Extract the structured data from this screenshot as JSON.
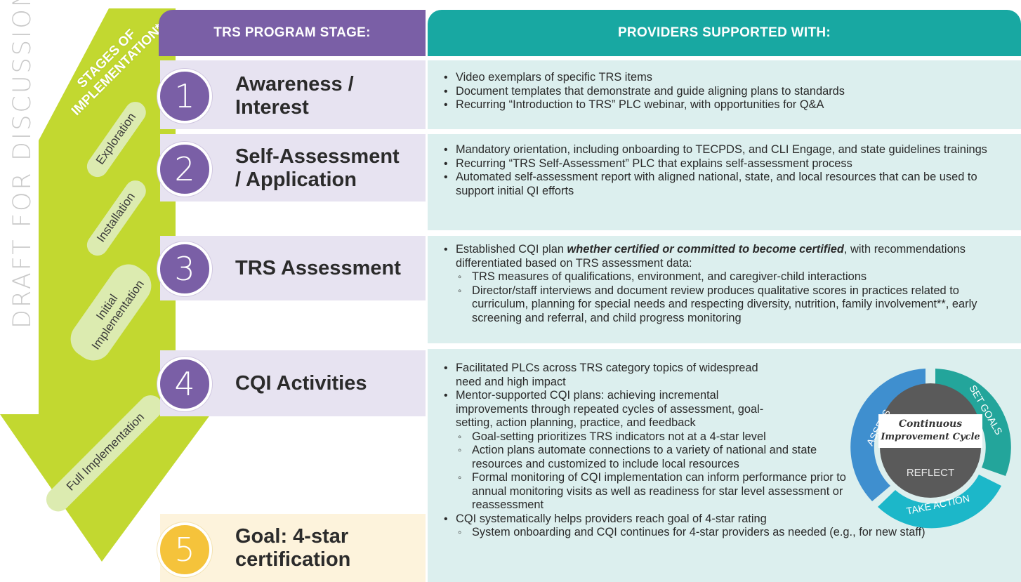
{
  "watermark": "DRAFT FOR DISCUSSION",
  "headers": {
    "stage": "TRS PROGRAM STAGE:",
    "providers": "PROVIDERS SUPPORTED WITH:"
  },
  "arrow": {
    "top_label": [
      "STAGES OF",
      "IMPLEMENTATION*"
    ],
    "phases": [
      "Exploration",
      "Installation",
      "Initial",
      "Implementation",
      "Full Implementation"
    ]
  },
  "stages": [
    {
      "number": "1",
      "title": [
        "Awareness /",
        "Interest"
      ],
      "items": [
        {
          "t": "b",
          "text": "Video exemplars of specific TRS items"
        },
        {
          "t": "b",
          "text": "Document templates that demonstrate and guide aligning plans to standards"
        },
        {
          "t": "b",
          "text": "Recurring “Introduction to TRS” PLC webinar, with opportunities for Q&A"
        }
      ]
    },
    {
      "number": "2",
      "title": [
        "Self-Assessment",
        "/ Application"
      ],
      "items": [
        {
          "t": "b",
          "text": "Mandatory orientation, including onboarding to TECPDS, and CLI Engage, and state guidelines trainings"
        },
        {
          "t": "b",
          "text": "Recurring “TRS Self-Assessment” PLC that explains self-assessment process"
        },
        {
          "t": "b",
          "text": "Automated self-assessment report with aligned national, state, and local resources that can be used to support initial QI efforts"
        }
      ]
    },
    {
      "number": "3",
      "title": [
        "TRS Assessment"
      ],
      "items": [
        {
          "t": "b",
          "pre": "Established CQI plan ",
          "em": "whether certified or committed to become certified",
          "post": ", with recommendations differentiated based on TRS assessment data:"
        },
        {
          "t": "s",
          "text": "TRS measures of qualifications, environment, and caregiver-child interactions"
        },
        {
          "t": "s",
          "text": "Director/staff interviews and document review produces qualitative scores in practices related to curriculum, planning for special needs and respecting diversity, nutrition, family involvement**, early screening and referral, and child progress monitoring"
        }
      ]
    },
    {
      "number": "4",
      "title": [
        "CQI Activities"
      ],
      "items": [
        {
          "t": "b",
          "text": "Facilitated PLCs across TRS category topics of widespread need and high impact"
        },
        {
          "t": "b",
          "text": "Mentor-supported CQI plans: achieving incremental improvements through repeated cycles of assessment, goal-setting, action planning, practice, and feedback"
        },
        {
          "t": "s",
          "text": "Goal-setting prioritizes TRS indicators not at a 4-star level"
        },
        {
          "t": "s",
          "text": "Action plans automate connections to a variety of national and state resources and customized to include local resources"
        },
        {
          "t": "s",
          "text": "Formal monitoring of CQI implementation can inform performance prior to annual monitoring visits as well as readiness for star level assessment or reassessment"
        },
        {
          "t": "b",
          "text": "CQI systematically helps providers reach goal of 4-star rating"
        },
        {
          "t": "s",
          "text": "System onboarding and CQI continues for 4-star providers as needed (e.g., for new staff)"
        }
      ]
    },
    {
      "number": "5",
      "title": [
        "Goal: 4-star",
        "certification"
      ],
      "items": []
    }
  ],
  "cycle": {
    "assess": "ASSESS",
    "set_goals": "SET GOALS",
    "take_action": "TAKE ACTION",
    "center_line1": "Continuous",
    "center_line2": "Improvement Cycle",
    "reflect": "REFLECT"
  },
  "colors": {
    "purple": "#7a5fa6",
    "teal": "#18a8a2",
    "lavender": "#e7e3f1",
    "light_teal": "#dcefee",
    "green": "#c2d830",
    "green_light": "#dcebb0",
    "gold": "#f5c33b",
    "cream": "#fdf3dc"
  }
}
